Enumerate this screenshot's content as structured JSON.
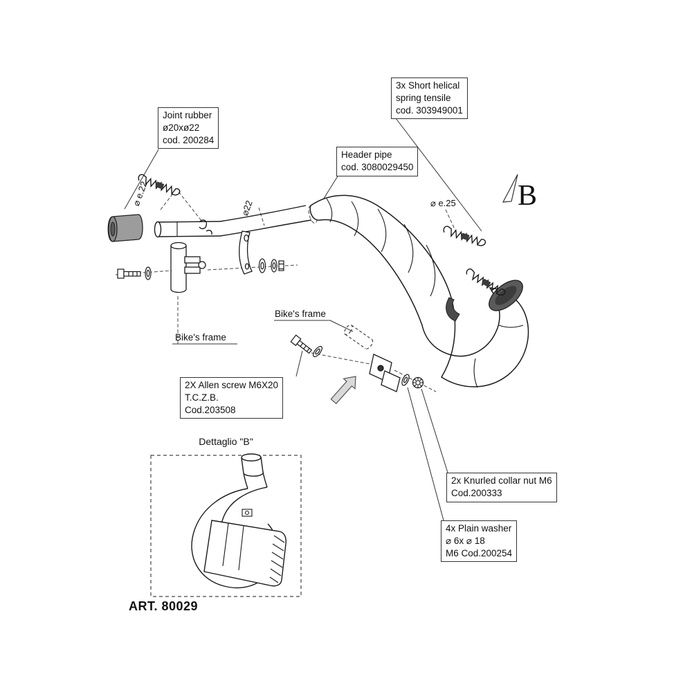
{
  "art_number": "ART. 80029",
  "detail": {
    "caption": "Dettaglio \"B\"",
    "letter": "B"
  },
  "callouts": {
    "joint_rubber": {
      "lines": [
        "Joint rubber",
        "ø20xø22",
        "cod. 200284"
      ]
    },
    "helical_spring": {
      "lines": [
        "3x Short helical",
        "spring tensile",
        "cod. 303949001"
      ]
    },
    "header_pipe": {
      "lines": [
        "Header pipe",
        "cod. 3080029450"
      ]
    },
    "allen_screw": {
      "lines": [
        "2X Allen screw M6X20",
        "T.C.Z.B.",
        "Cod.203508"
      ]
    },
    "knurled_nut": {
      "lines": [
        "2x Knurled collar nut M6",
        "Cod.200333"
      ]
    },
    "plain_washer": {
      "lines": [
        "4x Plain washer",
        "⌀ 6x ⌀ 18",
        "M6 Cod.200254"
      ]
    }
  },
  "plain_labels": {
    "bikes_frame_left": "Bike's frame",
    "bikes_frame_mid": "Bike's frame"
  },
  "dimensions": {
    "front_spring": "⌀ e.22",
    "header": "⌀22",
    "rear_spring": "⌀ e.25"
  },
  "colors": {
    "line": "#1a1a1a",
    "rubber_gray": "#9c9c9c",
    "cap_gray": "#5a5a5a",
    "arrow_gray": "#d9d9d9"
  }
}
